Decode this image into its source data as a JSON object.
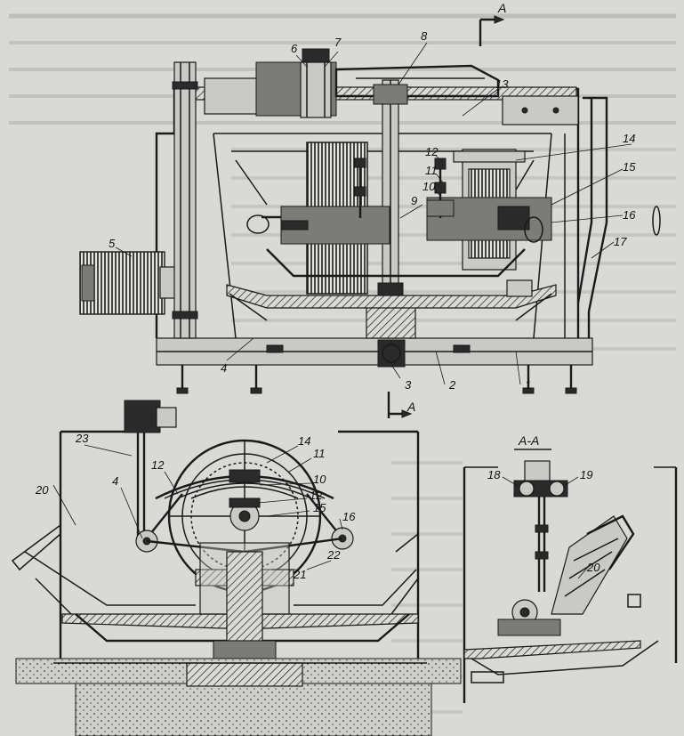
{
  "callouts": {
    "n1": "1",
    "n2": "2",
    "n3": "3",
    "n4": "4",
    "n4b": "4",
    "n5": "5",
    "n6": "6",
    "n7": "7",
    "n8": "8",
    "n9": "9",
    "n10": "10",
    "n10b": "10",
    "n11": "11",
    "n11b": "11",
    "n12": "12",
    "n12b": "12",
    "n12c": "12",
    "n13": "13",
    "n14": "14",
    "n14b": "14",
    "n15": "15",
    "n15b": "15",
    "n16": "16",
    "n16b": "16",
    "n17": "17",
    "n18": "18",
    "n19": "19",
    "n20": "20",
    "n20b": "20",
    "n21": "21",
    "n22": "22",
    "n23": "23"
  },
  "section": {
    "mark_top": "A",
    "mark_bottom": "A",
    "view_title": "А-А"
  },
  "colors": {
    "ink": "#1a1a1a",
    "paper": "#d9d9d6",
    "bleed": "#9a9a96"
  }
}
